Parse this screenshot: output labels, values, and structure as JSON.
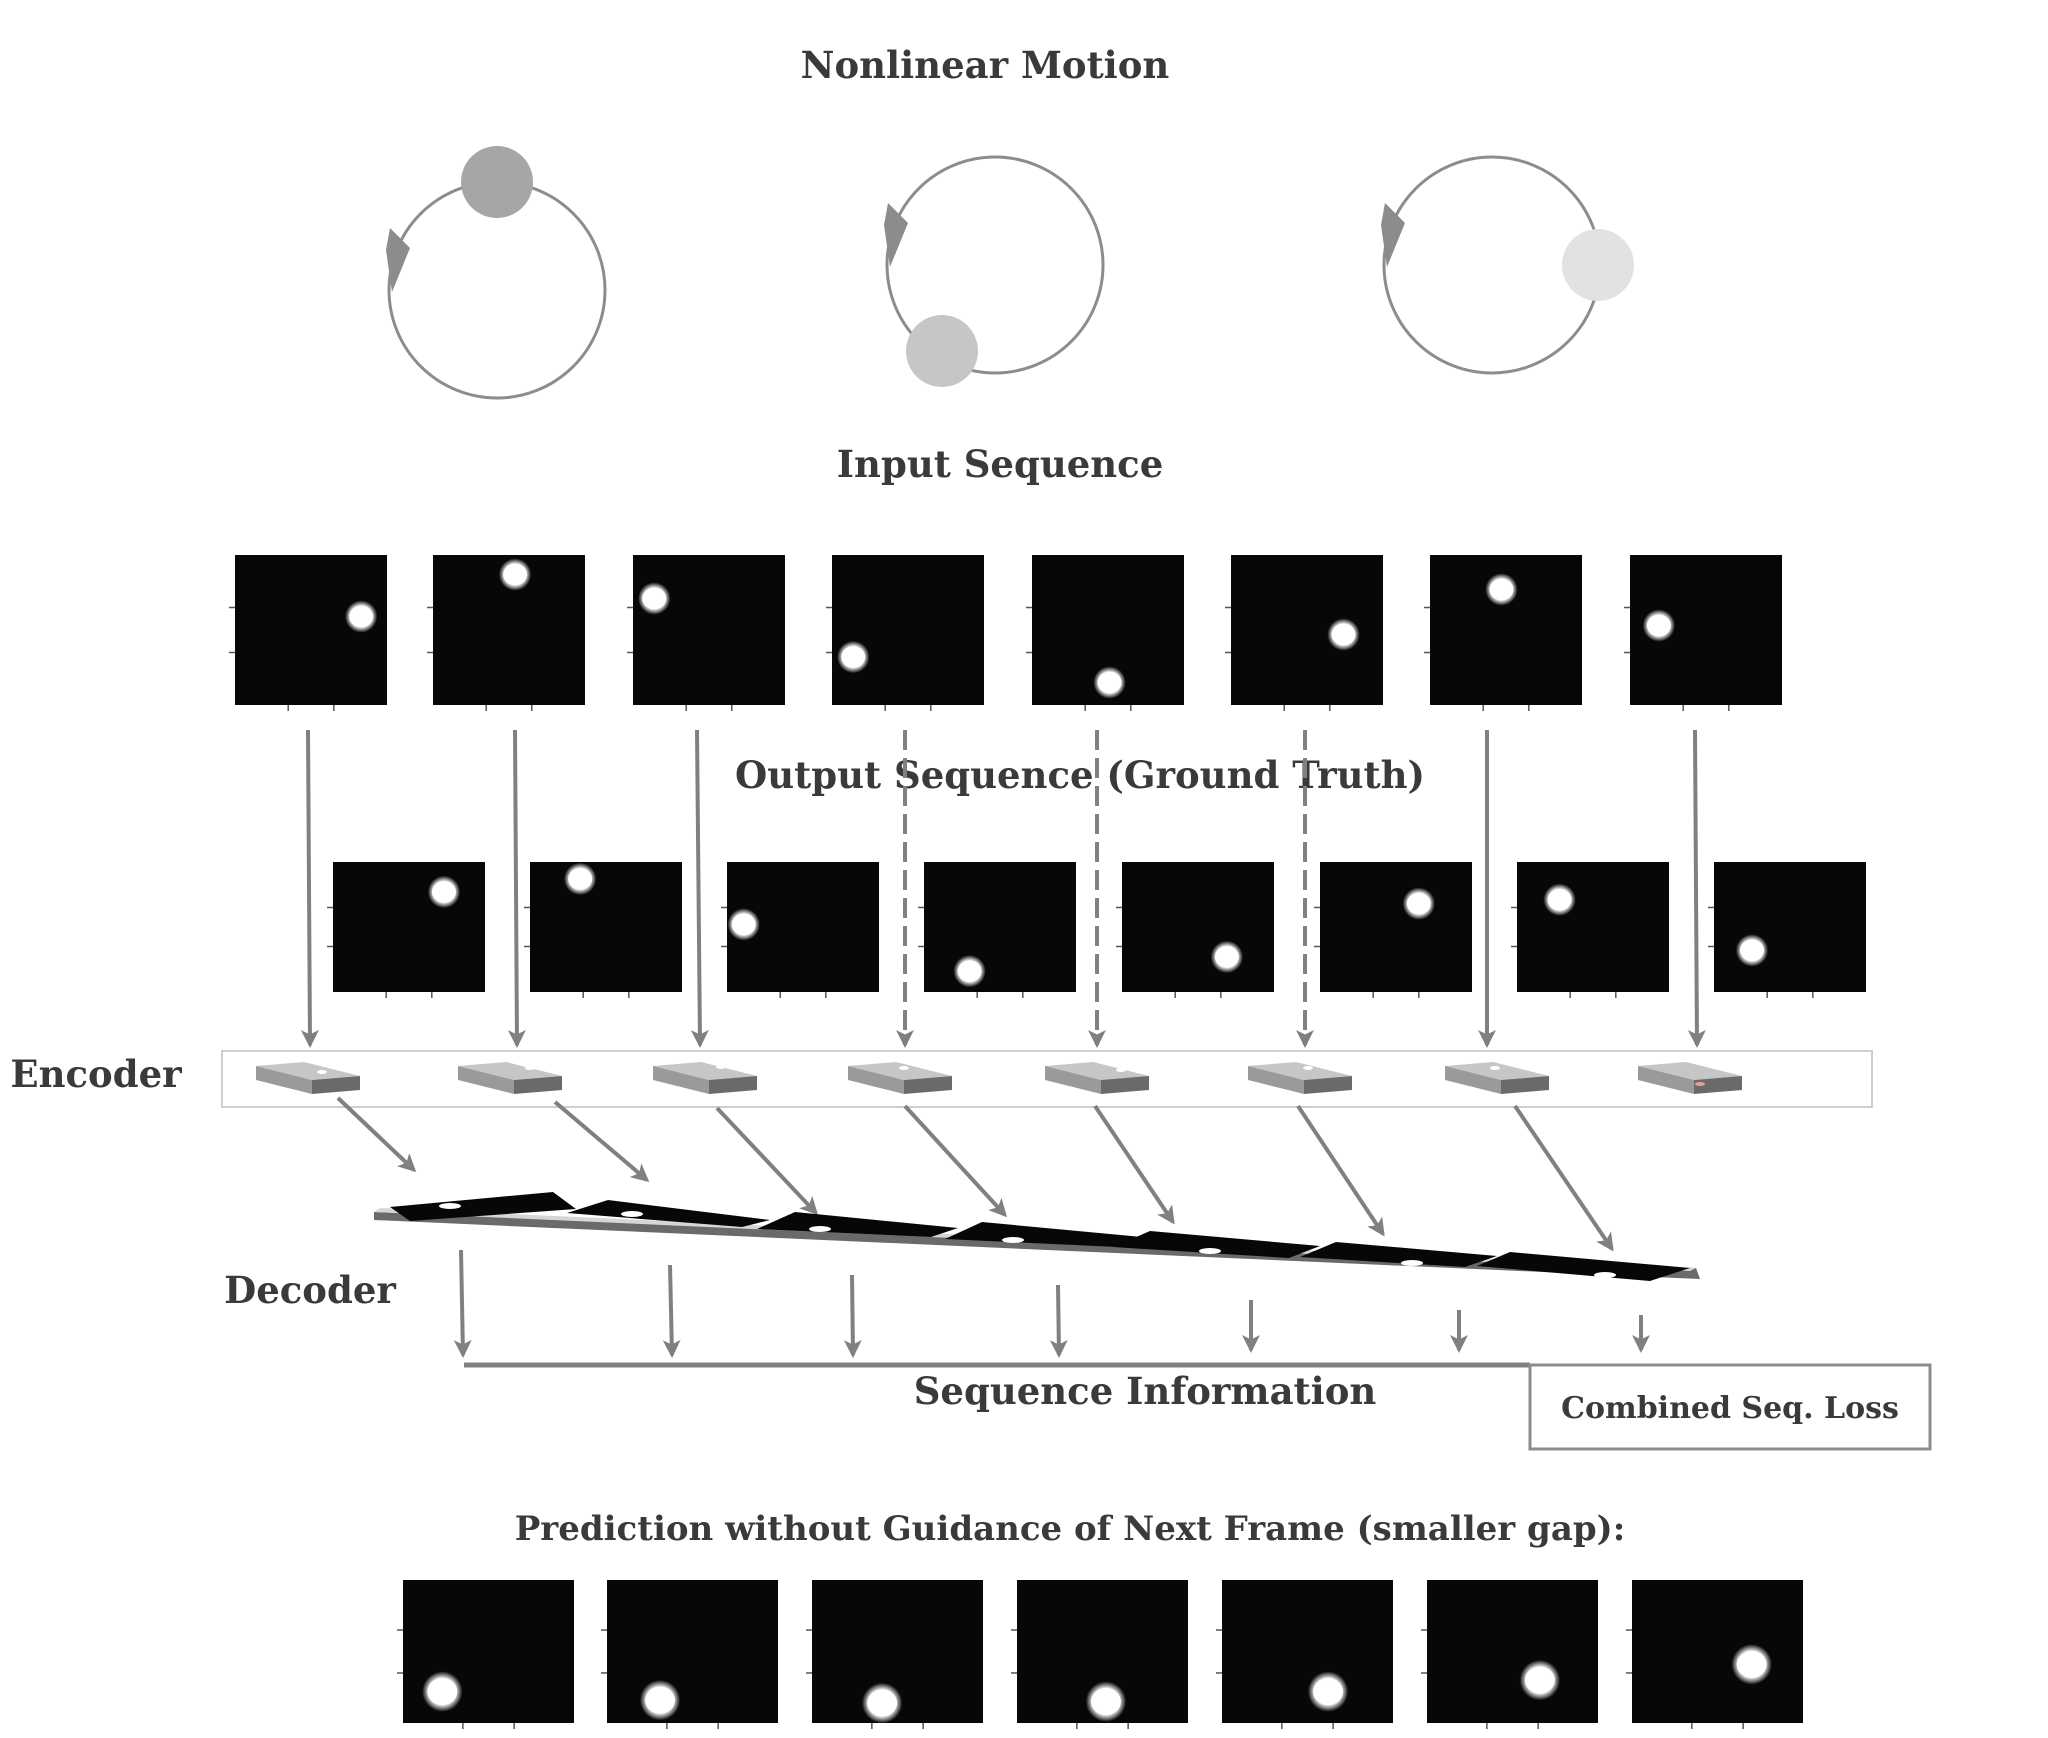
{
  "titles": {
    "nonlinear_motion": "Nonlinear Motion",
    "input_sequence": "Input Sequence",
    "output_sequence": "Output Sequence (Ground Truth)",
    "encoder": "Encoder",
    "decoder": "Decoder",
    "sequence_information": "Sequence Information",
    "combined_loss": "Combined Seq. Loss",
    "prediction": "Prediction without Guidance of Next Frame (smaller gap):"
  },
  "colors": {
    "frame_bg": "#070707",
    "ball": "#ffffff",
    "arrow": "#808080",
    "circle_stroke": "#8c8c8c",
    "text": "#3a3a3a",
    "ball_dark": "#a6a6a8",
    "ball_mid": "#c6c6c8",
    "ball_light": "#e2e2e2"
  },
  "motion_circles": [
    {
      "ball_angle_deg": 96,
      "ball_shade": "dark"
    },
    {
      "ball_angle_deg": 228,
      "ball_shade": "mid"
    },
    {
      "ball_angle_deg": 0,
      "ball_shade": "light"
    }
  ],
  "input_frames": [
    {
      "ball": [
        0.83,
        0.41
      ]
    },
    {
      "ball": [
        0.54,
        0.13
      ]
    },
    {
      "ball": [
        0.14,
        0.29
      ]
    },
    {
      "ball": [
        0.14,
        0.68
      ]
    },
    {
      "ball": [
        0.51,
        0.85
      ]
    },
    {
      "ball": [
        0.74,
        0.53
      ]
    },
    {
      "ball": [
        0.47,
        0.23
      ]
    },
    {
      "ball": [
        0.19,
        0.47
      ]
    }
  ],
  "output_frames": [
    {
      "ball": [
        0.73,
        0.23
      ]
    },
    {
      "ball": [
        0.33,
        0.13
      ]
    },
    {
      "ball": [
        0.11,
        0.48
      ]
    },
    {
      "ball": [
        0.3,
        0.84
      ]
    },
    {
      "ball": [
        0.69,
        0.73
      ]
    },
    {
      "ball": [
        0.65,
        0.32
      ]
    },
    {
      "ball": [
        0.28,
        0.29
      ]
    },
    {
      "ball": [
        0.25,
        0.68
      ]
    }
  ],
  "prediction_frames": [
    {
      "ball": [
        0.23,
        0.78
      ]
    },
    {
      "ball": [
        0.31,
        0.84
      ]
    },
    {
      "ball": [
        0.41,
        0.86
      ]
    },
    {
      "ball": [
        0.52,
        0.85
      ]
    },
    {
      "ball": [
        0.62,
        0.78
      ]
    },
    {
      "ball": [
        0.66,
        0.7
      ]
    },
    {
      "ball": [
        0.7,
        0.59
      ]
    }
  ]
}
